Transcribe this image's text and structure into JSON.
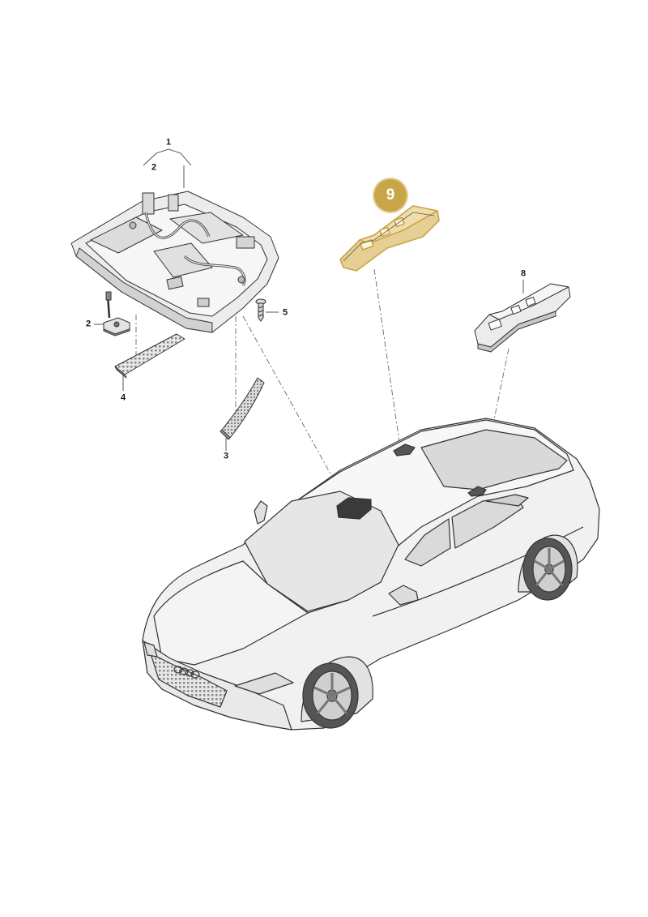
{
  "colors": {
    "highlight": "#c9a54a",
    "highlight_fill": "#e6cf94",
    "line": "#444444",
    "part_fill": "#ececec",
    "car_fill": "#f1f1f1",
    "background": "#ffffff"
  },
  "callouts": [
    {
      "id": "1",
      "text": "1"
    },
    {
      "id": "2a",
      "text": "2"
    },
    {
      "id": "2b",
      "text": "2"
    },
    {
      "id": "3",
      "text": "3"
    },
    {
      "id": "4",
      "text": "4"
    },
    {
      "id": "5",
      "text": "5"
    },
    {
      "id": "8",
      "text": "8"
    }
  ],
  "highlighted": {
    "text": "9"
  }
}
